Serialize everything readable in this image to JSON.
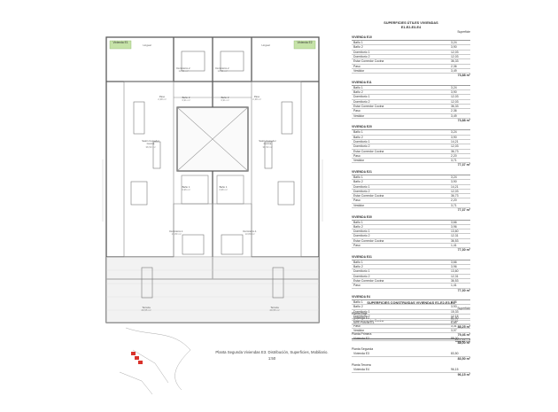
{
  "plan": {
    "caption_line1": "Planta Segunda Viviendas E3. Distribución, Superficies, Mobiliario.",
    "caption_line2": "1:50",
    "tags": [
      {
        "label": "Vivienda E1"
      },
      {
        "label": "Vivienda E2"
      }
    ],
    "rooms": [
      {
        "name": "Dormitorio 2",
        "area": "12,31 m²"
      },
      {
        "name": "Dormitorio 2",
        "area": "12,31 m²"
      },
      {
        "name": "Baño 2",
        "area": "3,91 m²"
      },
      {
        "name": "Baño 2",
        "area": "3,91 m²"
      },
      {
        "name": "Paso",
        "area": "2,38 m²"
      },
      {
        "name": "Paso",
        "area": "2,38 m²"
      },
      {
        "name": "Salón Comedor Cocina",
        "area": "36,53 m²"
      },
      {
        "name": "Salón Comedor Cocina",
        "area": "36,53 m²"
      },
      {
        "name": "Baño 1",
        "area": "3,96 m²"
      },
      {
        "name": "Baño 1",
        "area": "3,96 m²"
      },
      {
        "name": "Dormitorio 1",
        "area": "13,80 m²"
      },
      {
        "name": "Dormitorio 1",
        "area": "13,80 m²"
      },
      {
        "name": "Terraza",
        "area": "29,55 m²"
      },
      {
        "name": "Terraza",
        "area": "29,55 m²"
      },
      {
        "name": "Lingual",
        "area": ""
      },
      {
        "name": "Lingual",
        "area": ""
      }
    ]
  },
  "utiles": {
    "title_line1": "SUPERFICIES ÚTILES VIVIENDAS",
    "title_line2": "E1-E2-E3-E4",
    "col_header": "Superficie",
    "sections": [
      {
        "name": "VIVIENDA E10",
        "rows": [
          {
            "label": "Baño 1",
            "value": "3,24"
          },
          {
            "label": "Baño 2",
            "value": "3,90"
          },
          {
            "label": "Dormitorio 1",
            "value": "12,03"
          },
          {
            "label": "Dormitorio 2",
            "value": "12,03"
          },
          {
            "label": "Estar Comedor Cocina",
            "value": "36,33"
          },
          {
            "label": "Paso",
            "value": "2,36"
          },
          {
            "label": "Vestidor",
            "value": "3,49"
          }
        ],
        "total": "73,88 m²"
      },
      {
        "name": "VIVIENDA E11",
        "rows": [
          {
            "label": "Baño 1",
            "value": "3,24"
          },
          {
            "label": "Baño 2",
            "value": "3,90"
          },
          {
            "label": "Dormitorio 1",
            "value": "12,03"
          },
          {
            "label": "Dormitorio 2",
            "value": "12,03"
          },
          {
            "label": "Estar Comedor Cocina",
            "value": "36,33"
          },
          {
            "label": "Paso",
            "value": "2,36"
          },
          {
            "label": "Vestidor",
            "value": "3,49"
          }
        ],
        "total": "73,88 m²"
      },
      {
        "name": "VIVIENDA E20",
        "rows": [
          {
            "label": "Baño 1",
            "value": "3,24"
          },
          {
            "label": "Baño 2",
            "value": "3,90"
          },
          {
            "label": "Dormitorio 1",
            "value": "14,21"
          },
          {
            "label": "Dormitorio 2",
            "value": "12,03"
          },
          {
            "label": "Estar Comedor Cocina",
            "value": "36,73"
          },
          {
            "label": "Paso",
            "value": "2,20"
          },
          {
            "label": "Vestidor",
            "value": "3,71"
          }
        ],
        "total": "77,37 m²"
      },
      {
        "name": "VIVIENDA E21",
        "rows": [
          {
            "label": "Baño 1",
            "value": "3,24"
          },
          {
            "label": "Baño 2",
            "value": "3,90"
          },
          {
            "label": "Dormitorio 1",
            "value": "14,21"
          },
          {
            "label": "Dormitorio 2",
            "value": "12,03"
          },
          {
            "label": "Estar Comedor Cocina",
            "value": "36,73"
          },
          {
            "label": "Paso",
            "value": "2,20"
          },
          {
            "label": "Vestidor",
            "value": "3,71"
          }
        ],
        "total": "77,37 m²"
      },
      {
        "name": "VIVIENDA E30",
        "rows": [
          {
            "label": "Baño 1",
            "value": "3,66"
          },
          {
            "label": "Baño 2",
            "value": "3,96"
          },
          {
            "label": "Dormitorio 1",
            "value": "13,60"
          },
          {
            "label": "Dormitorio 2",
            "value": "12,31"
          },
          {
            "label": "Estar Comedor Cocina",
            "value": "36,53"
          },
          {
            "label": "Paso",
            "value": "1,41"
          }
        ],
        "total": "77,30 m²"
      },
      {
        "name": "VIVIENDA E31",
        "rows": [
          {
            "label": "Baño 1",
            "value": "3,66"
          },
          {
            "label": "Baño 2",
            "value": "3,96"
          },
          {
            "label": "Dormitorio 1",
            "value": "13,60"
          },
          {
            "label": "Dormitorio 2",
            "value": "12,31"
          },
          {
            "label": "Estar Comedor Cocina",
            "value": "36,53"
          },
          {
            "label": "Paso",
            "value": "1,41"
          }
        ],
        "total": "77,30 m²"
      },
      {
        "name": "VIVIENDA E4",
        "rows": [
          {
            "label": "Baño 1",
            "value": "4,06"
          },
          {
            "label": "Baño 2",
            "value": "3,93"
          },
          {
            "label": "Dormitorio 1",
            "value": "15,33"
          },
          {
            "label": "Dormitorio 2",
            "value": "12,15"
          },
          {
            "label": "Estar Comedor Cocina",
            "value": "37,61"
          },
          {
            "label": "Paso",
            "value": "3,31"
          },
          {
            "label": "Vestidor",
            "value": "3,07"
          }
        ],
        "total": "79,46 m²"
      }
    ],
    "grand_total": "534,40 m²"
  },
  "construidas": {
    "title": "SUPERFICIES CONSTRUIDAS VIVIENDAS E1-E2-E3-E4",
    "col_header": "Superficie",
    "groups": [
      {
        "name": "Planta Baja",
        "rows": [
          {
            "label": "Vivienda E1",
            "value": "81,40"
          },
          {
            "label": "50% Porche E1",
            "value": "6,85"
          }
        ],
        "total": "88,25 m²"
      },
      {
        "name": "Planta Primera",
        "rows": [
          {
            "label": "Vivienda E2",
            "value": "88,00"
          }
        ],
        "total": "88,00 m²"
      },
      {
        "name": "Planta Segunda",
        "rows": [
          {
            "label": "Vivienda E3",
            "value": "83,50"
          }
        ],
        "total": "83,50 m²"
      },
      {
        "name": "Planta Tercera",
        "rows": [
          {
            "label": "Vivienda E4",
            "value": "96,15"
          }
        ],
        "total": "96,15 m²"
      }
    ]
  },
  "colors": {
    "tag_green": "#c6e3a8",
    "accent_red": "#d9322b",
    "wall": "#5a5a5a",
    "terrace": "#eaeaea"
  }
}
